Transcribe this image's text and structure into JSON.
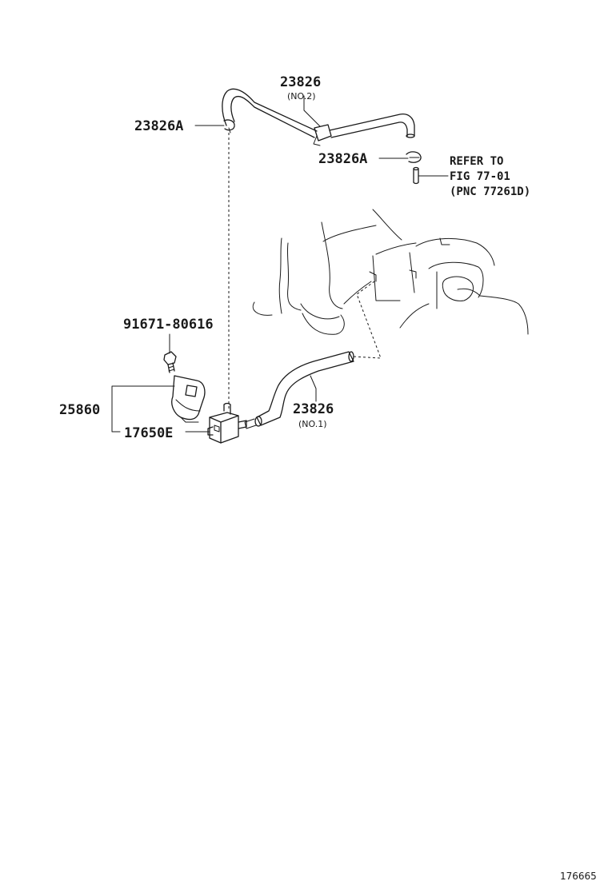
{
  "labels": {
    "hose_no2_part": "23826",
    "hose_no2_sub": "(NO.2)",
    "clamp_left": "23826A",
    "clamp_right": "23826A",
    "refer_line1": "REFER TO",
    "refer_line2": "FIG 77-01",
    "refer_line3": "(PNC 77261D)",
    "bolt": "91671-80616",
    "bracket": "25860",
    "valve": "17650E",
    "hose_no1_part": "23826",
    "hose_no1_sub": "(NO.1)"
  },
  "illustration_id": "176665"
}
